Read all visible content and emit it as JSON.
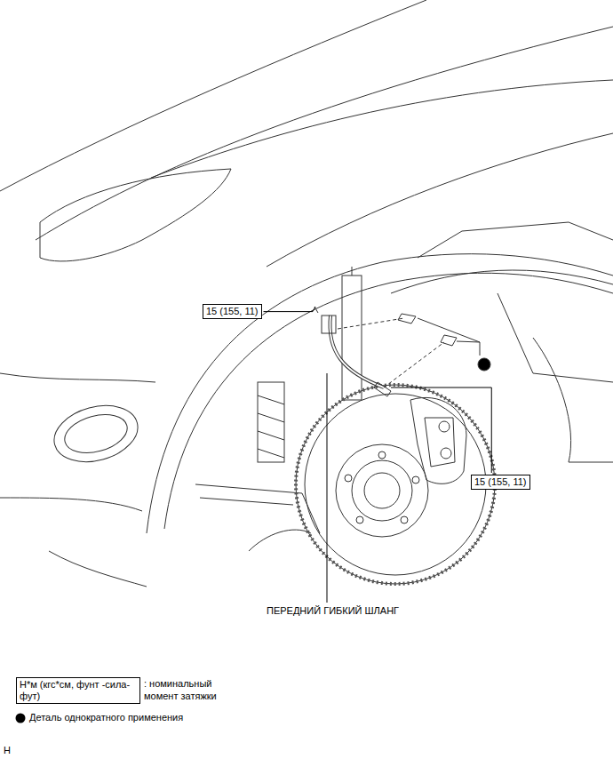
{
  "diagram": {
    "nodes": [
      {
        "text": [
          "15 (155, 11)"
        ]
      },
      {
        "text": [
          "15 (155, 11)"
        ]
      },
      {
        "text": [
          "Н*м (кгс*см, фунт -сила-фут)"
        ]
      }
    ],
    "labels": [
      "ПЕРЕДНИЙ ГИБКИЙ ШЛАНГ",
      "H"
    ],
    "legend": [
      {
        "text": ": номинальный момент затяжки"
      },
      {
        "text": "Деталь однократного применения"
      }
    ]
  }
}
